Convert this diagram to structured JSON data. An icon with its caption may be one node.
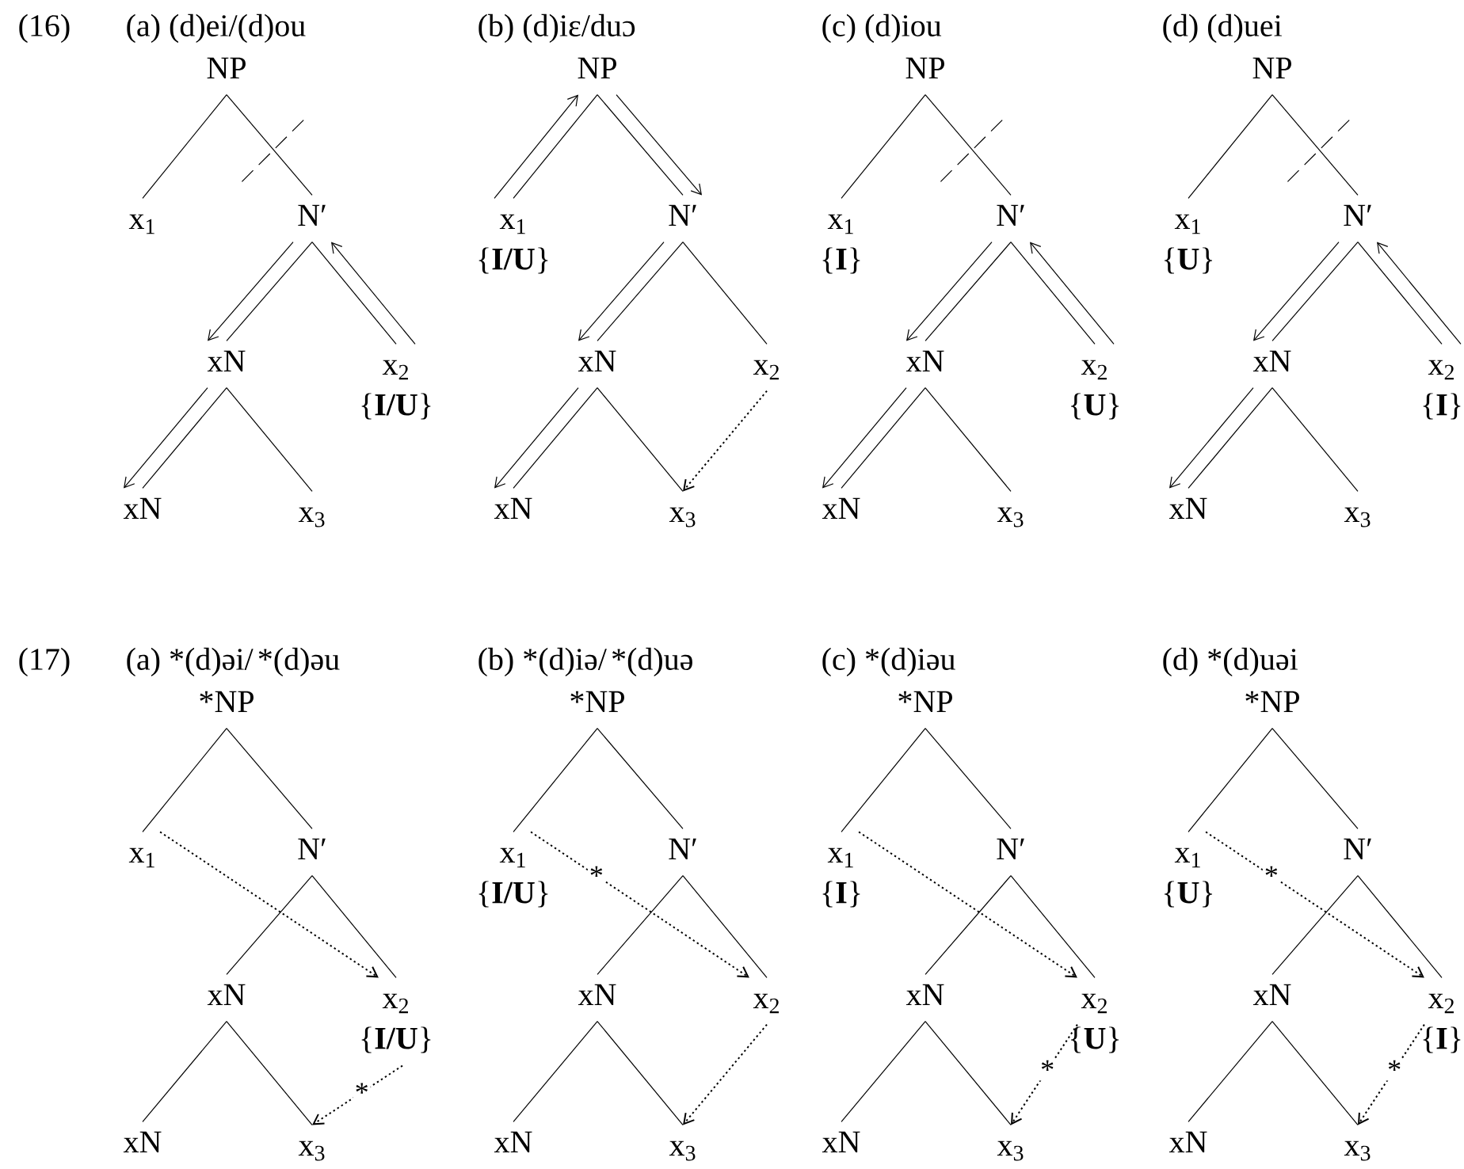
{
  "diagram": {
    "nodes": [
      {
        "text": [
          "NP"
        ]
      },
      {
        "text": [
          "x$_{1}$"
        ]
      },
      {
        "text": [
          "N′"
        ]
      },
      {
        "text": [
          "xN"
        ]
      },
      {
        "text": [
          "x$_{2}$"
        ],
        "beside": [
          "{**I/U**}"
        ]
      },
      {
        "text": [
          "xN"
        ]
      },
      {
        "text": [
          "x$_{3}$"
        ]
      },
      {
        "text": [
          "NP"
        ]
      },
      {
        "text": [
          "x$_{1}$"
        ],
        "beside": [
          "{**I/U**}"
        ]
      },
      {
        "text": [
          "N′"
        ]
      },
      {
        "text": [
          "xN"
        ]
      },
      {
        "text": [
          "x$_{2}$"
        ]
      },
      {
        "text": [
          "xN"
        ]
      },
      {
        "text": [
          "x$_{3}$"
        ]
      },
      {
        "text": [
          "NP"
        ]
      },
      {
        "text": [
          "x$_{1}$"
        ],
        "beside": [
          "{**I**}"
        ]
      },
      {
        "text": [
          "N′"
        ]
      },
      {
        "text": [
          "xN"
        ]
      },
      {
        "text": [
          "x$_{2}$"
        ],
        "beside": [
          "{**U**}"
        ]
      },
      {
        "text": [
          "xN"
        ]
      },
      {
        "text": [
          "x$_{3}$"
        ]
      },
      {
        "text": [
          "NP"
        ]
      },
      {
        "text": [
          "x$_{1}$"
        ],
        "beside": [
          "{**U**}"
        ]
      },
      {
        "text": [
          "N′"
        ]
      },
      {
        "text": [
          "xN"
        ]
      },
      {
        "text": [
          "x$_{2}$"
        ],
        "beside": [
          "{**I**}"
        ]
      },
      {
        "text": [
          "xN"
        ]
      },
      {
        "text": [
          "x$_{3}$"
        ]
      },
      {
        "text": [
          "*NP"
        ]
      },
      {
        "text": [
          "x$_{1}$"
        ]
      },
      {
        "text": [
          "N′"
        ]
      },
      {
        "text": [
          "xN"
        ]
      },
      {
        "text": [
          "x$_{2}$"
        ],
        "beside": [
          "{**I/U**}"
        ]
      },
      {
        "text": [
          "xN"
        ]
      },
      {
        "text": [
          "x$_{3}$"
        ]
      },
      {
        "text": [
          "*NP"
        ]
      },
      {
        "text": [
          "x$_{1}$"
        ],
        "beside": [
          "{**I/U**}"
        ]
      },
      {
        "text": [
          "N′"
        ]
      },
      {
        "text": [
          "xN"
        ]
      },
      {
        "text": [
          "x$_{2}$"
        ]
      },
      {
        "text": [
          "xN"
        ]
      },
      {
        "text": [
          "x$_{3}$"
        ]
      },
      {
        "text": [
          "*NP"
        ]
      },
      {
        "text": [
          "x$_{1}$"
        ],
        "beside": [
          "{**I**}"
        ]
      },
      {
        "text": [
          "N′"
        ]
      },
      {
        "text": [
          "xN"
        ]
      },
      {
        "text": [
          "x$_{2}$"
        ],
        "beside": [
          "{**U**}"
        ]
      },
      {
        "text": [
          "xN"
        ]
      },
      {
        "text": [
          "x$_{3}$"
        ]
      },
      {
        "text": [
          "*NP"
        ]
      },
      {
        "text": [
          "x$_{1}$"
        ],
        "beside": [
          "{**U**}"
        ]
      },
      {
        "text": [
          "N′"
        ]
      },
      {
        "text": [
          "xN"
        ]
      },
      {
        "text": [
          "x$_{2}$"
        ],
        "beside": [
          "{**I**}"
        ]
      },
      {
        "text": [
          "xN"
        ]
      },
      {
        "text": [
          "x$_{3}$"
        ]
      }
    ],
    "edges": [
      {
        "from": 0,
        "to": 1,
        "arrow": "none"
      },
      {
        "from": 0,
        "to": 2,
        "arrow": "none"
      },
      {
        "from": 2,
        "to": 3,
        "arrow": "none"
      },
      {
        "from": 2,
        "to": 4,
        "arrow": "none"
      },
      {
        "from": 3,
        "to": 5,
        "arrow": "none"
      },
      {
        "from": 3,
        "to": 6,
        "arrow": "none"
      },
      {
        "from": 2,
        "to": 3,
        "arrow": "to"
      },
      {
        "from": 4,
        "to": 2,
        "arrow": "to"
      },
      {
        "from": 3,
        "to": 5,
        "arrow": "to"
      },
      {
        "from": 7,
        "to": 8,
        "arrow": "none"
      },
      {
        "from": 7,
        "to": 9,
        "arrow": "none"
      },
      {
        "from": 9,
        "to": 10,
        "arrow": "none"
      },
      {
        "from": 9,
        "to": 11,
        "arrow": "none"
      },
      {
        "from": 10,
        "to": 12,
        "arrow": "none"
      },
      {
        "from": 10,
        "to": 13,
        "arrow": "none"
      },
      {
        "from": 8,
        "to": 7,
        "arrow": "to"
      },
      {
        "from": 7,
        "to": 9,
        "arrow": "to"
      },
      {
        "from": 9,
        "to": 10,
        "arrow": "to"
      },
      {
        "from": 10,
        "to": 12,
        "arrow": "to"
      },
      {
        "from": 11,
        "to": 13,
        "arrow": "to",
        "style": "dashed"
      },
      {
        "from": 14,
        "to": 15,
        "arrow": "none"
      },
      {
        "from": 14,
        "to": 16,
        "arrow": "none"
      },
      {
        "from": 16,
        "to": 17,
        "arrow": "none"
      },
      {
        "from": 16,
        "to": 18,
        "arrow": "none"
      },
      {
        "from": 17,
        "to": 19,
        "arrow": "none"
      },
      {
        "from": 17,
        "to": 20,
        "arrow": "none"
      },
      {
        "from": 16,
        "to": 17,
        "arrow": "to"
      },
      {
        "from": 18,
        "to": 16,
        "arrow": "to"
      },
      {
        "from": 17,
        "to": 19,
        "arrow": "to"
      },
      {
        "from": 21,
        "to": 22,
        "arrow": "none"
      },
      {
        "from": 21,
        "to": 23,
        "arrow": "none"
      },
      {
        "from": 23,
        "to": 24,
        "arrow": "none"
      },
      {
        "from": 23,
        "to": 25,
        "arrow": "none"
      },
      {
        "from": 24,
        "to": 26,
        "arrow": "none"
      },
      {
        "from": 24,
        "to": 27,
        "arrow": "none"
      },
      {
        "from": 23,
        "to": 24,
        "arrow": "to"
      },
      {
        "from": 25,
        "to": 23,
        "arrow": "to"
      },
      {
        "from": 24,
        "to": 26,
        "arrow": "to"
      },
      {
        "from": 28,
        "to": 29,
        "arrow": "none"
      },
      {
        "from": 28,
        "to": 30,
        "arrow": "none"
      },
      {
        "from": 30,
        "to": 31,
        "arrow": "none"
      },
      {
        "from": 30,
        "to": 32,
        "arrow": "none"
      },
      {
        "from": 31,
        "to": 33,
        "arrow": "none"
      },
      {
        "from": 31,
        "to": 34,
        "arrow": "none"
      },
      {
        "from": 29,
        "to": 32,
        "arrow": "to",
        "style": "dashed"
      },
      {
        "from": 32,
        "to": 34,
        "arrow": "to",
        "style": "dashed",
        "label": "*"
      },
      {
        "from": 35,
        "to": 36,
        "arrow": "none"
      },
      {
        "from": 35,
        "to": 37,
        "arrow": "none"
      },
      {
        "from": 37,
        "to": 38,
        "arrow": "none"
      },
      {
        "from": 37,
        "to": 39,
        "arrow": "none"
      },
      {
        "from": 38,
        "to": 40,
        "arrow": "none"
      },
      {
        "from": 38,
        "to": 41,
        "arrow": "none"
      },
      {
        "from": 36,
        "to": 39,
        "arrow": "to",
        "style": "dashed",
        "label": "*"
      },
      {
        "from": 39,
        "to": 41,
        "arrow": "to",
        "style": "dashed"
      },
      {
        "from": 42,
        "to": 43,
        "arrow": "none"
      },
      {
        "from": 42,
        "to": 44,
        "arrow": "none"
      },
      {
        "from": 44,
        "to": 45,
        "arrow": "none"
      },
      {
        "from": 44,
        "to": 46,
        "arrow": "none"
      },
      {
        "from": 45,
        "to": 47,
        "arrow": "none"
      },
      {
        "from": 45,
        "to": 48,
        "arrow": "none"
      },
      {
        "from": 43,
        "to": 46,
        "arrow": "to",
        "style": "dashed"
      },
      {
        "from": 46,
        "to": 48,
        "arrow": "to",
        "style": "dashed",
        "label": "*"
      },
      {
        "from": 49,
        "to": 50,
        "arrow": "none"
      },
      {
        "from": 49,
        "to": 51,
        "arrow": "none"
      },
      {
        "from": 51,
        "to": 52,
        "arrow": "none"
      },
      {
        "from": 51,
        "to": 53,
        "arrow": "none"
      },
      {
        "from": 52,
        "to": 54,
        "arrow": "none"
      },
      {
        "from": 52,
        "to": 55,
        "arrow": "none"
      },
      {
        "from": 50,
        "to": 53,
        "arrow": "to",
        "style": "dashed",
        "label": "*"
      },
      {
        "from": 53,
        "to": 55,
        "arrow": "to",
        "style": "dashed",
        "label": "*"
      }
    ],
    "labels": [
      "(16)",
      "(a) (d)ei/(d)ou",
      "(b) (d)iɛ/duɔ",
      "(c) (d)iou",
      "(d) (d)uei",
      "(17)",
      "(a) *(d)əi/",
      "*(d)əu",
      "(b) *(d)iə/",
      "*(d)uə",
      "(c) *(d)iəu",
      "(d) *(d)uəi"
    ]
  }
}
